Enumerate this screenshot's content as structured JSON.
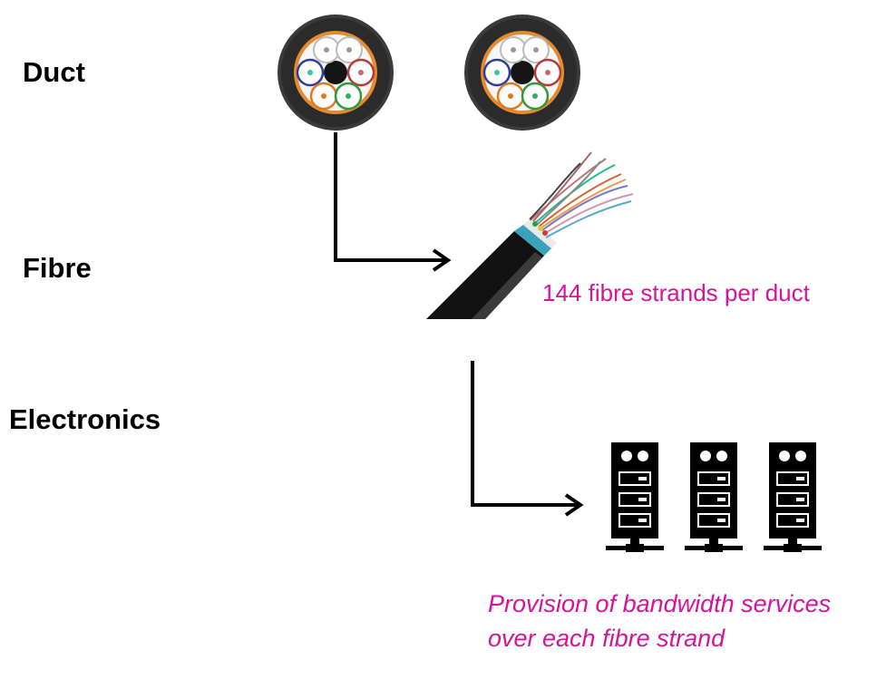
{
  "labels": {
    "duct": "Duct",
    "fibre": "Fibre",
    "electronics": "Electronics"
  },
  "annotations": {
    "strands": "144 fibre strands per duct",
    "bandwidth_line1": "Provision of bandwidth services",
    "bandwidth_line2": "over each fibre strand"
  },
  "icons": {
    "duct": "duct-cross-section-icon",
    "fibre": "fibre-optic-cable-icon",
    "server": "server-rack-icon"
  },
  "colors": {
    "annotation": "#d4149a",
    "label": "#000000"
  }
}
